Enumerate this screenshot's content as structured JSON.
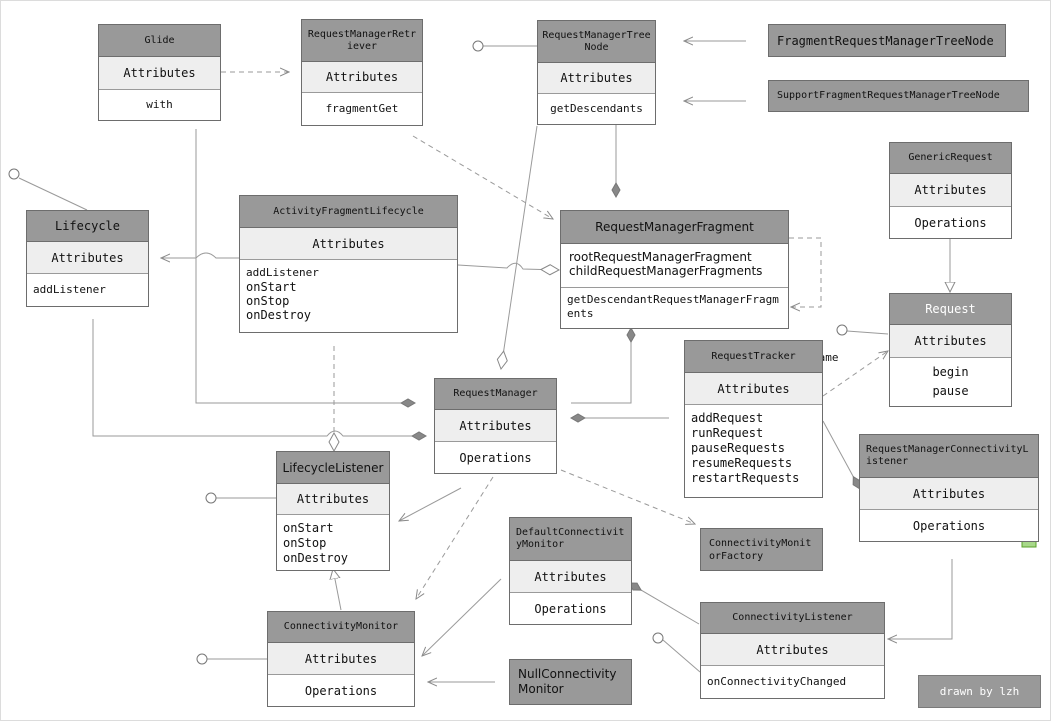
{
  "classes": {
    "glide": {
      "name": "Glide",
      "attrs": "Attributes",
      "ops": [
        "with"
      ]
    },
    "rmr": {
      "name": "RequestManagerRetriever",
      "attrs": "Attributes",
      "ops": [
        "fragmentGet"
      ]
    },
    "rmtn": {
      "name": "RequestManagerTreeNode",
      "attrs": "Attributes",
      "ops": [
        "getDescendants"
      ]
    },
    "lifecycle": {
      "name": "Lifecycle",
      "attrs": "Attributes",
      "ops": [
        "addListener"
      ]
    },
    "afl": {
      "name": "ActivityFragmentLifecycle",
      "attrs": "Attributes",
      "ops": [
        "addListener",
        "onStart",
        "onStop",
        "onDestroy"
      ]
    },
    "rmf": {
      "name": "RequestManagerFragment",
      "attrs_list": [
        "rootRequestManagerFragment",
        "childRequestManagerFragments"
      ],
      "ops": [
        "getDescendantRequestManagerFragments"
      ]
    },
    "genreq": {
      "name": "GenericRequest",
      "attrs": "Attributes",
      "ops": [
        "Operations"
      ]
    },
    "request": {
      "name": "Request",
      "attrs": "Attributes",
      "ops": [
        "begin",
        "pause"
      ]
    },
    "rt": {
      "name": "RequestTracker",
      "attrs": "Attributes",
      "ops": [
        "addRequest",
        "runRequest",
        "pauseRequests",
        "resumeRequests",
        "restartRequests"
      ]
    },
    "rm": {
      "name": "RequestManager",
      "attrs": "Attributes",
      "ops": [
        "Operations"
      ]
    },
    "ll": {
      "name": "LifecycleListener",
      "attrs": "Attributes",
      "ops": [
        "onStart",
        "onStop",
        "onDestroy"
      ]
    },
    "rmcl": {
      "name": "RequestManagerConnectivityListener",
      "attrs": "Attributes",
      "ops": [
        "Operations"
      ]
    },
    "dcm": {
      "name": "DefaultConnectivityMonitor",
      "attrs": "Attributes",
      "ops": [
        "Operations"
      ]
    },
    "cm": {
      "name": "ConnectivityMonitor",
      "attrs": "Attributes",
      "ops": [
        "Operations"
      ]
    },
    "cl": {
      "name": "ConnectivityListener",
      "attrs": "Attributes",
      "ops": [
        "onConnectivityChanged"
      ]
    }
  },
  "notes": {
    "frmtn": "FragmentRequestManagerTreeNode",
    "sfrmtn": "SupportFragmentRequestManagerTreeNode",
    "cmf": "ConnectivityMonitorFactory",
    "ncm": "NullConnectivityMonitor"
  },
  "labels": {
    "name_label": "Name"
  },
  "footer": {
    "drawn_by": "drawn by lzh"
  },
  "colors": {
    "header": "#999999",
    "attributes": "#eeeeee",
    "border": "#6d6d6d",
    "line": "#9a9a9a"
  }
}
